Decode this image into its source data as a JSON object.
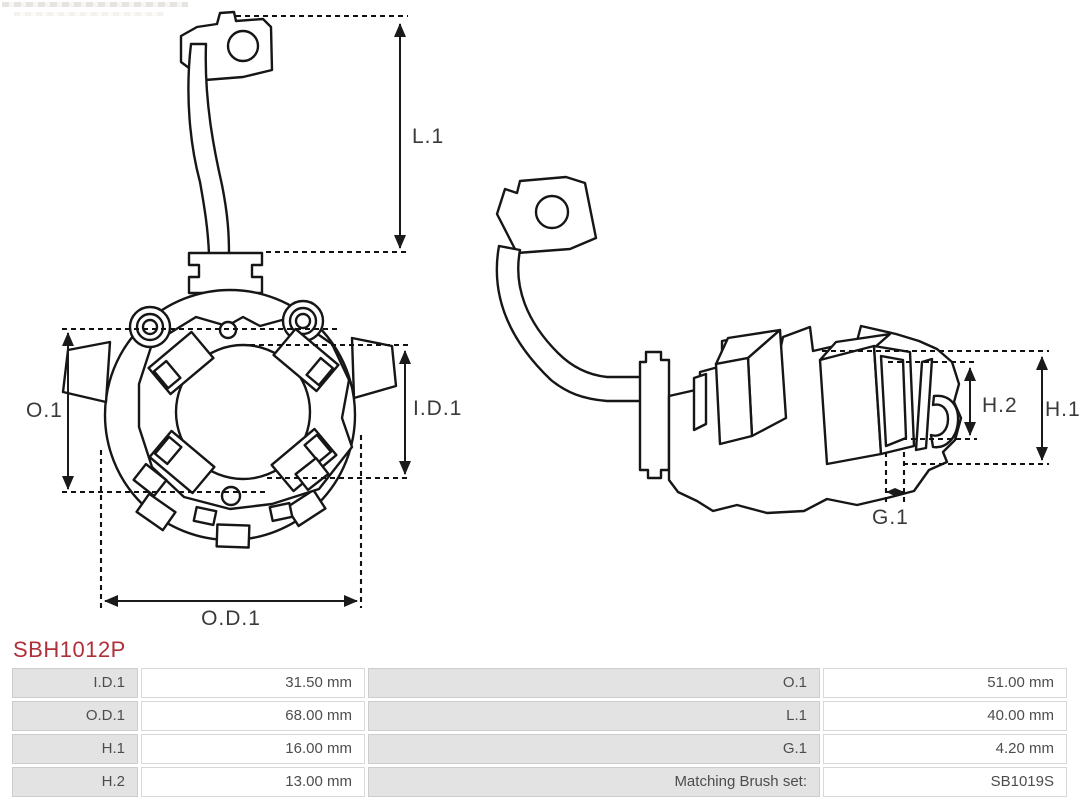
{
  "part_number": "SBH1012P",
  "part_number_color": "#b0303a",
  "dims": {
    "l1": "L.1",
    "o1": "O.1",
    "id1": "I.D.1",
    "od1": "O.D.1",
    "h1": "H.1",
    "h2": "H.2",
    "g1": "G.1"
  },
  "table": {
    "rows": [
      {
        "l_label": "I.D.1",
        "l_value": "31.50 mm",
        "r_label": "O.1",
        "r_value": "51.00 mm"
      },
      {
        "l_label": "O.D.1",
        "l_value": "68.00 mm",
        "r_label": "L.1",
        "r_value": "40.00 mm"
      },
      {
        "l_label": "H.1",
        "l_value": "16.00 mm",
        "r_label": "G.1",
        "r_value": "4.20 mm"
      },
      {
        "l_label": "H.2",
        "l_value": "13.00 mm",
        "r_label": "Matching Brush set:",
        "r_value": "SB1019S"
      }
    ]
  }
}
